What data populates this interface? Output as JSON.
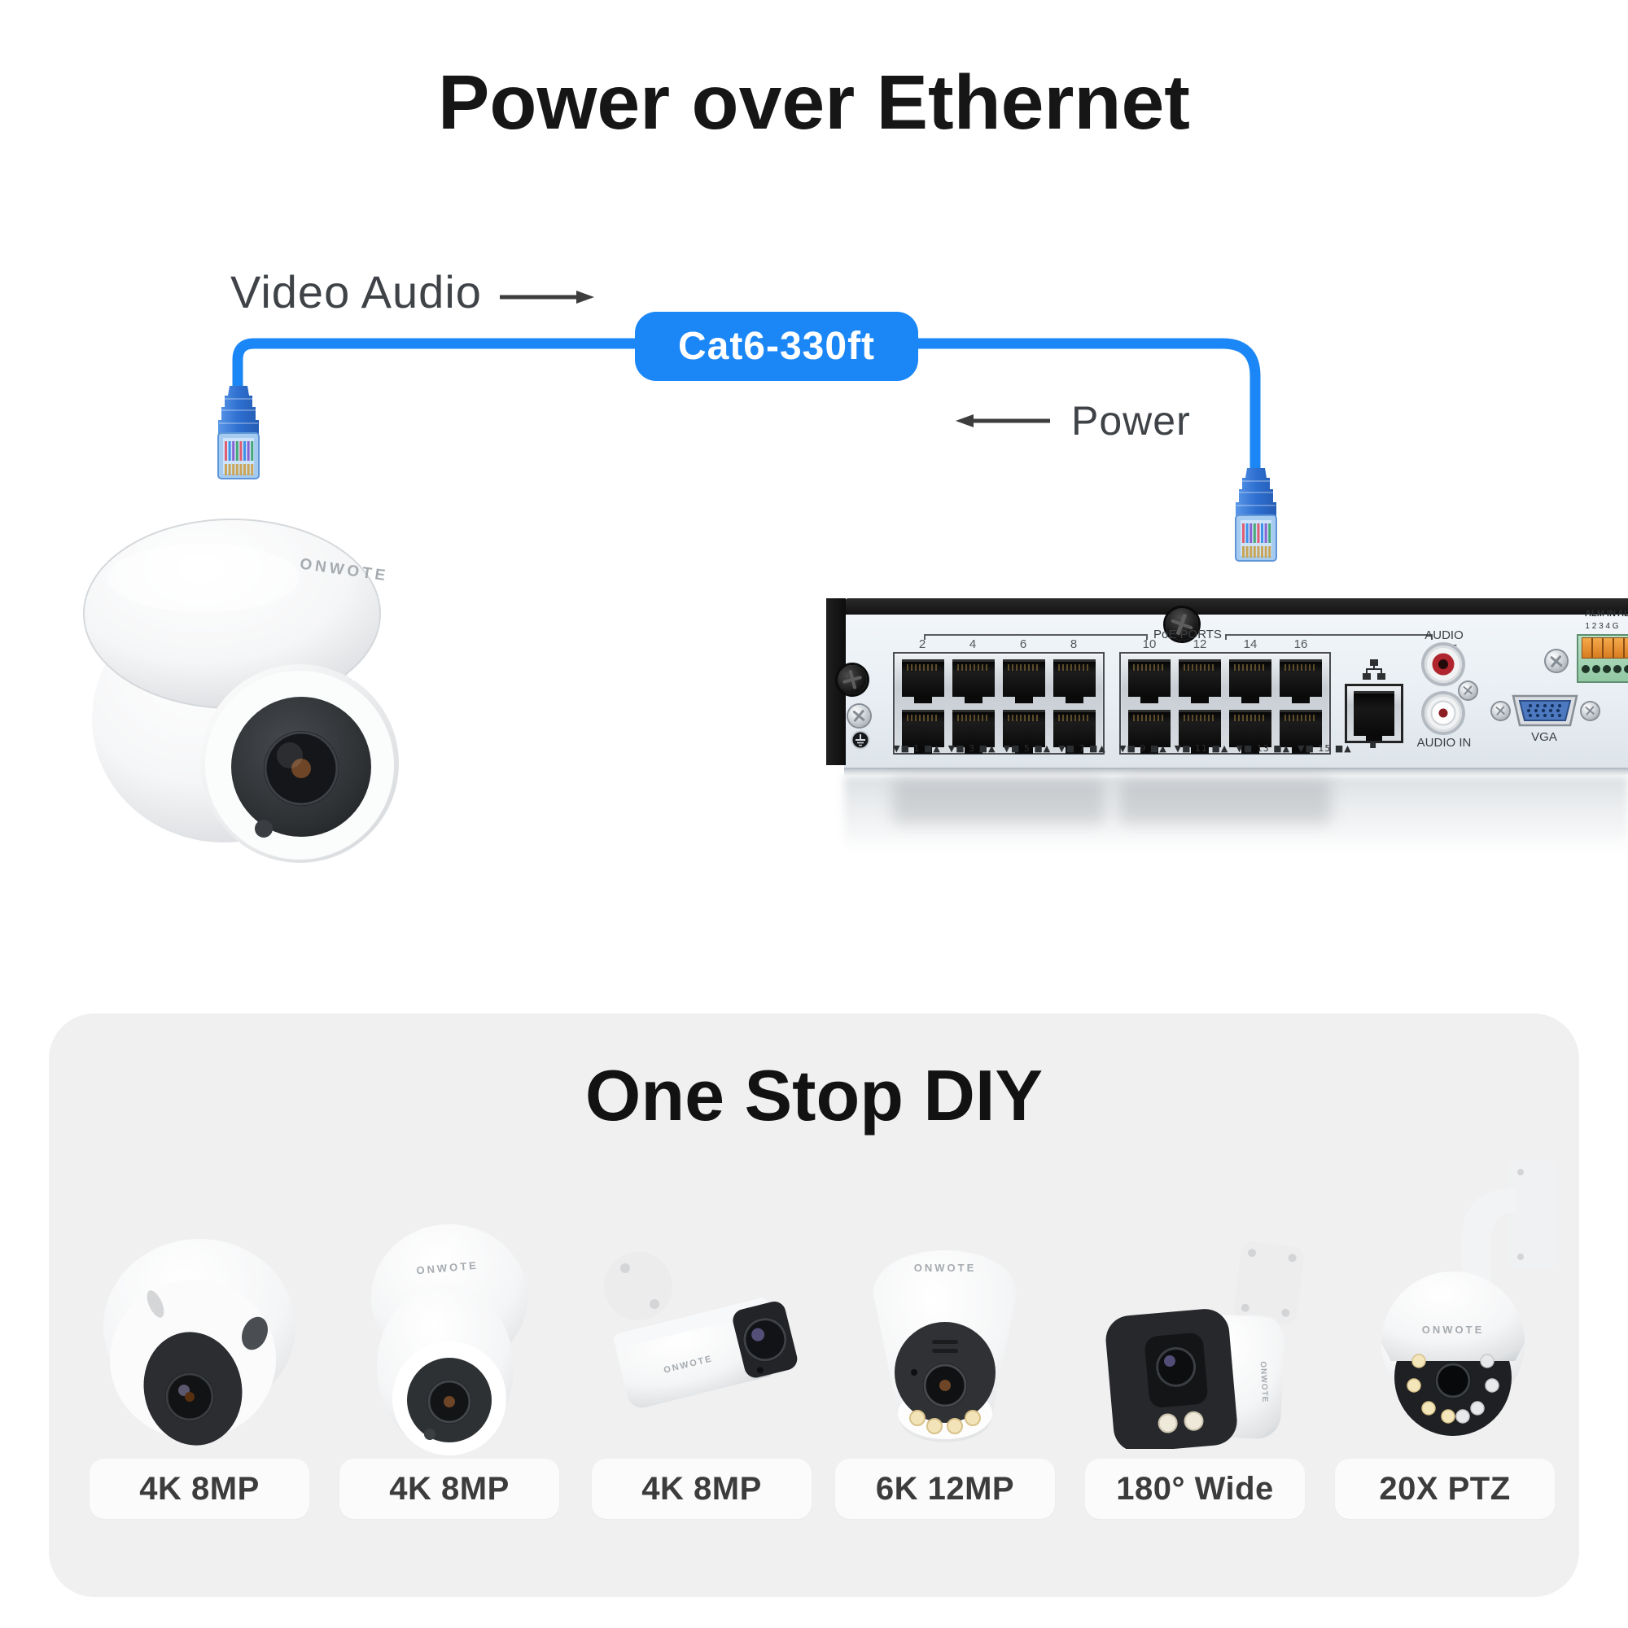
{
  "page": {
    "title": "Power over Ethernet"
  },
  "diagram": {
    "video_audio_label": "Video Audio",
    "power_label": "Power",
    "cable_badge": "Cat6-330ft",
    "camera_brand": "ONWOTE",
    "accent_blue": "#1b87f6",
    "arrow_color": "#3d3d3d"
  },
  "nvr": {
    "poe_ports_label": "PoE PORTS",
    "port_numbers_top_left": [
      "2",
      "4",
      "6",
      "8"
    ],
    "port_numbers_top_right": [
      "10",
      "12",
      "14",
      "16"
    ],
    "port_markers_bottom_left": "▼■ 1 ■▲  ▼■ 3 ■▲  ▼■ 5 ■▲  ▼■ 7 ■▲",
    "port_markers_bottom_right": "▼■ 9 ■▲  ▼■ 11 ■▲  ▼■ 13 ■▲  ▼■ 15 ■▲",
    "uplink_marker": "■",
    "audio_out_label": "AUDIO OUT",
    "audio_in_label": "AUDIO IN",
    "vga_label": "VGA",
    "alarm_in_label": "ALM IN",
    "alarm_in_pins": "1 2 3 4 G",
    "alarm_out_label_partial": "AL"
  },
  "one_stop": {
    "title": "One Stop DIY",
    "camera_brand": "ONWOTE",
    "products": [
      {
        "label": "4K 8MP"
      },
      {
        "label": "4K 8MP"
      },
      {
        "label": "4K 8MP"
      },
      {
        "label": "6K 12MP"
      },
      {
        "label": "180° Wide"
      },
      {
        "label": "20X PTZ"
      }
    ]
  }
}
